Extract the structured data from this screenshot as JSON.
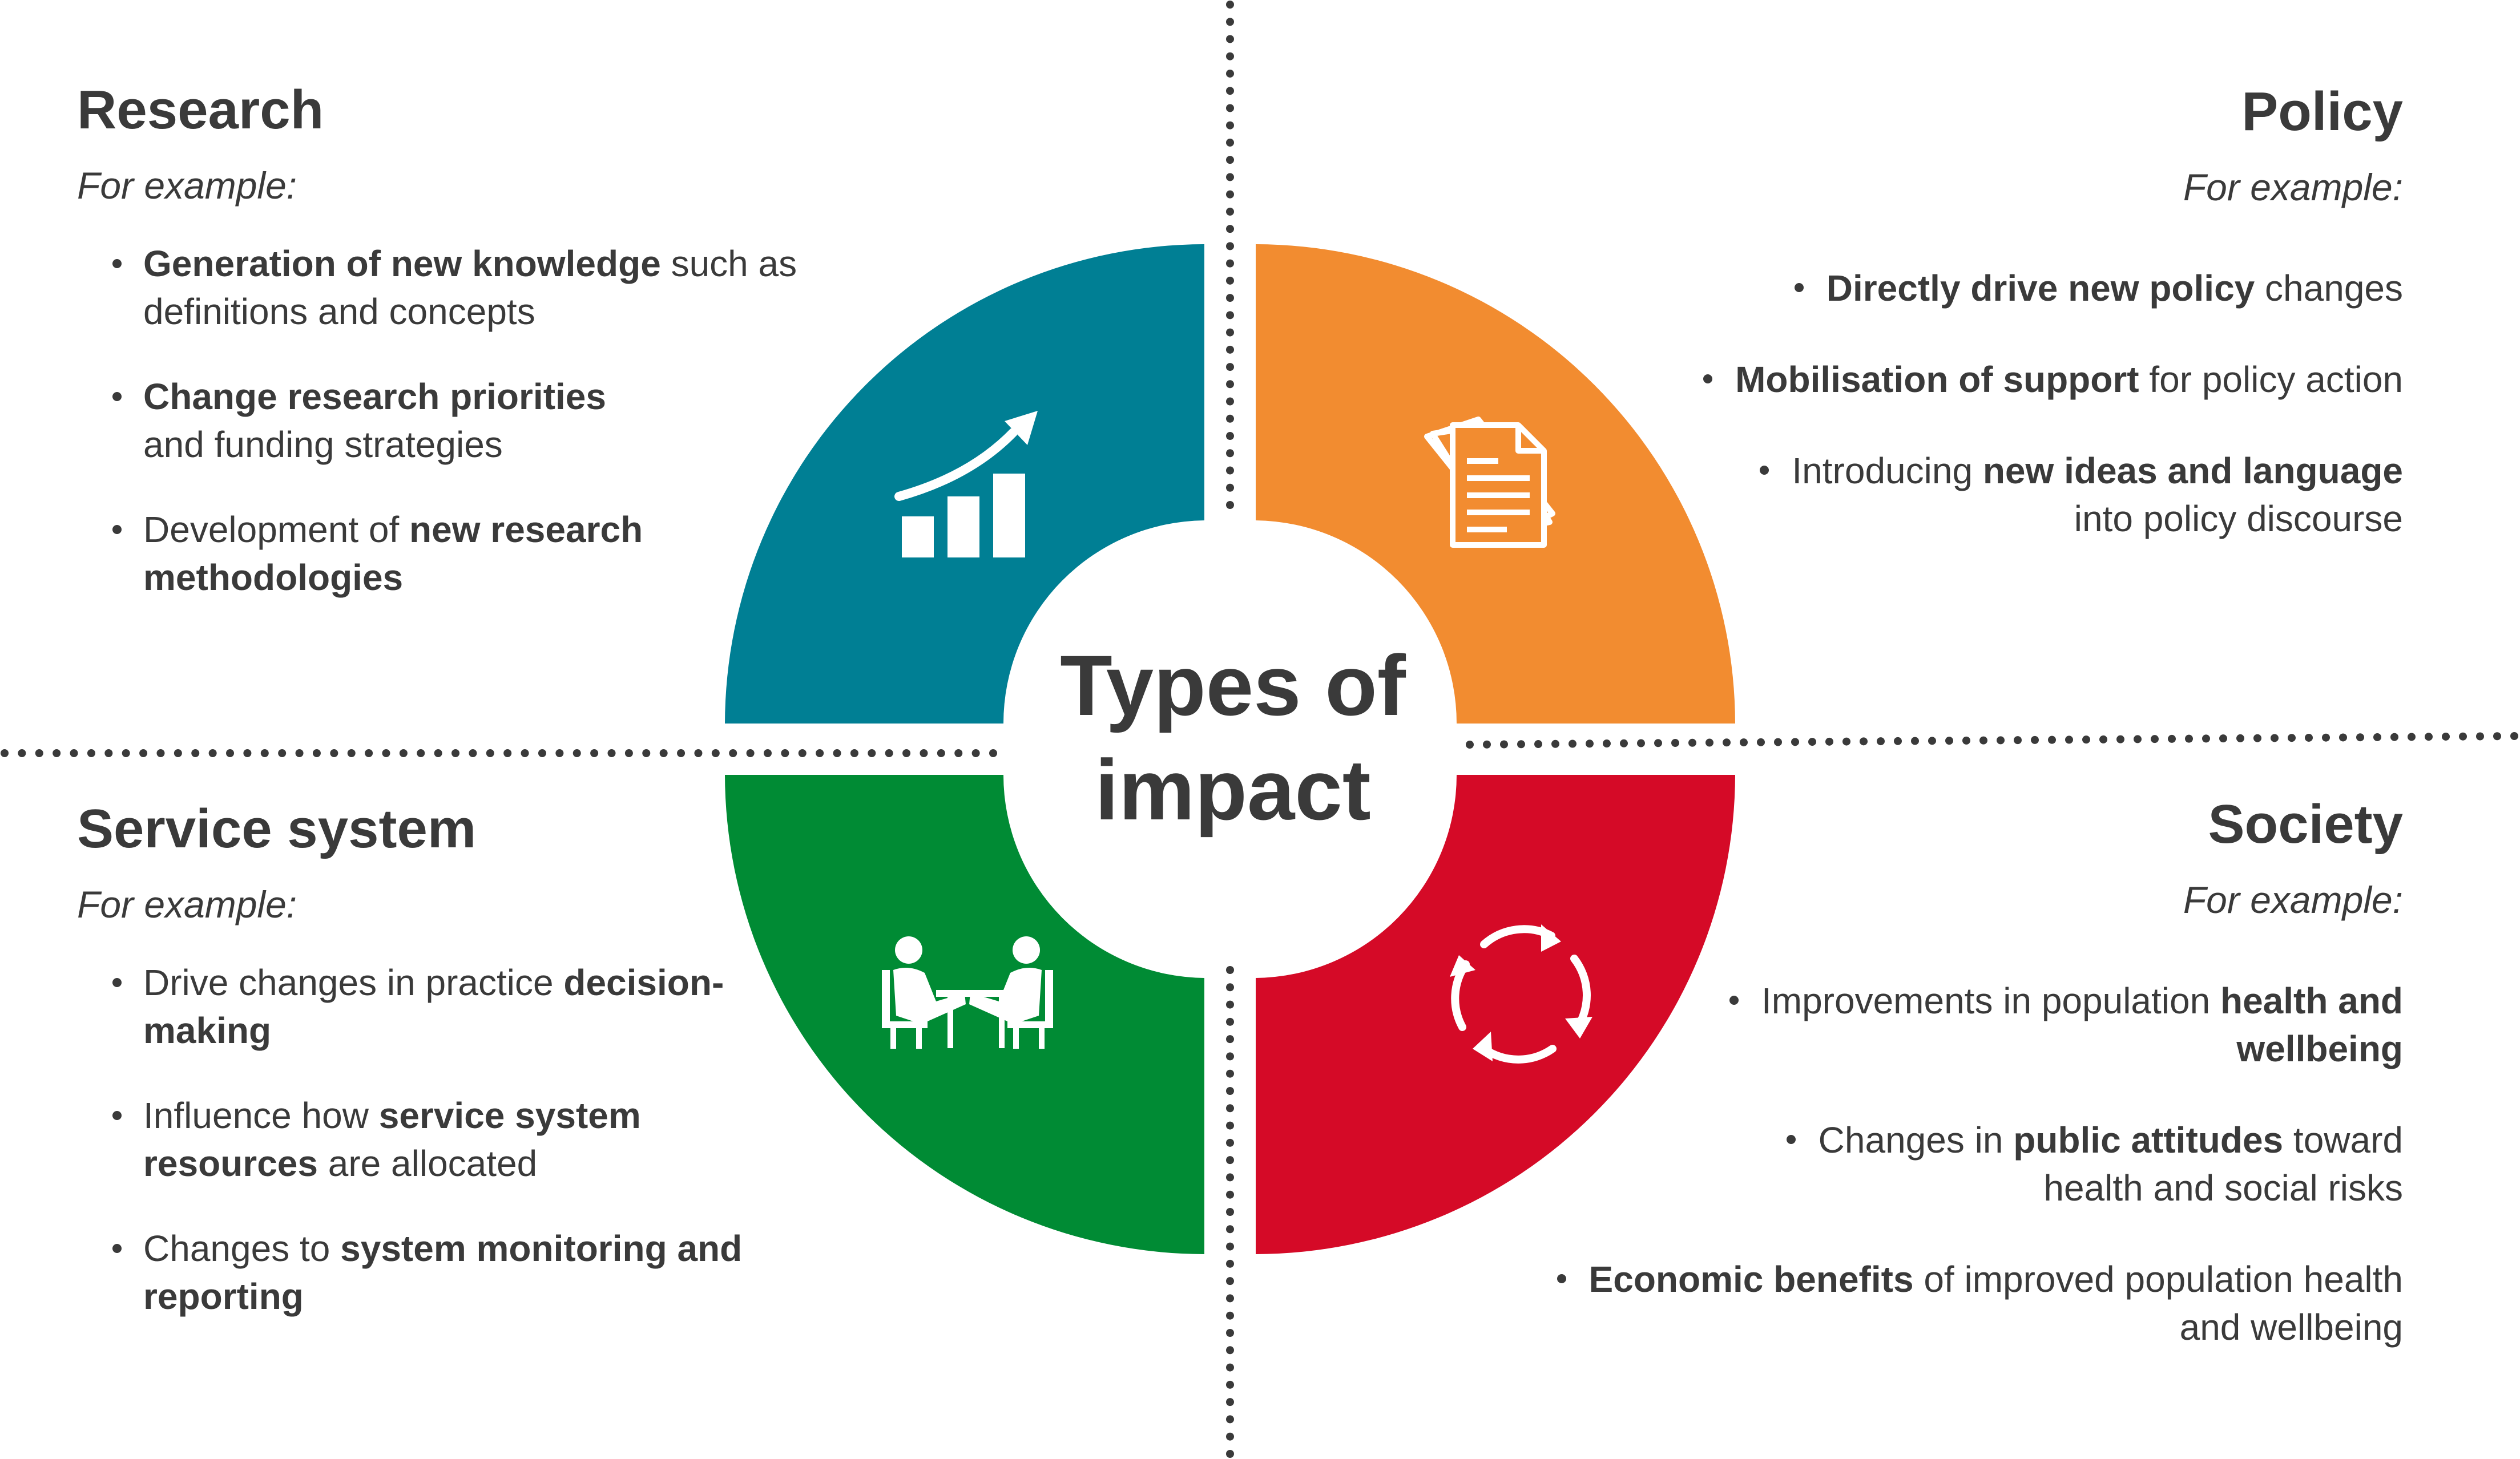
{
  "center": {
    "line1": "Types of",
    "line2": "impact"
  },
  "colors": {
    "research": "#007f94",
    "policy": "#f28c30",
    "service": "#008b34",
    "society": "#d50a27",
    "text": "#3a3a3a",
    "dots": "#3a3a3a"
  },
  "quadrants": {
    "research": {
      "title": "Research",
      "subtitle": "For example:",
      "icon": "growth-chart-icon",
      "items": [
        {
          "parts": [
            {
              "t": "Generation of new knowledge",
              "b": true
            },
            {
              "t": " such as definitions and concepts",
              "b": false
            }
          ]
        },
        {
          "parts": [
            {
              "t": "Change research priorities",
              "b": true
            },
            {
              "t": " and funding strategies",
              "b": false
            }
          ]
        },
        {
          "parts": [
            {
              "t": "Development of ",
              "b": false
            },
            {
              "t": "new research methodologies",
              "b": true
            }
          ]
        }
      ]
    },
    "policy": {
      "title": "Policy",
      "subtitle": "For example:",
      "icon": "documents-icon",
      "items": [
        {
          "parts": [
            {
              "t": "Directly drive new policy",
              "b": true
            },
            {
              "t": " changes",
              "b": false
            }
          ]
        },
        {
          "parts": [
            {
              "t": "Mobilisation of support",
              "b": true
            },
            {
              "t": " for policy action",
              "b": false
            }
          ]
        },
        {
          "parts": [
            {
              "t": "Introducing ",
              "b": false
            },
            {
              "t": "new ideas and language",
              "b": true
            },
            {
              "t": " into policy discourse",
              "b": false
            }
          ]
        }
      ]
    },
    "service": {
      "title": "Service system",
      "subtitle": "For example:",
      "icon": "meeting-icon",
      "items": [
        {
          "parts": [
            {
              "t": "Drive changes in practice ",
              "b": false
            },
            {
              "t": "decision-making",
              "b": true
            }
          ]
        },
        {
          "parts": [
            {
              "t": "Influence how ",
              "b": false
            },
            {
              "t": "service system resources",
              "b": true
            },
            {
              "t": " are allocated",
              "b": false
            }
          ]
        },
        {
          "parts": [
            {
              "t": "Changes to ",
              "b": false
            },
            {
              "t": "system monitoring and reporting",
              "b": true
            }
          ]
        }
      ]
    },
    "society": {
      "title": "Society",
      "subtitle": "For example:",
      "icon": "cycle-arrows-icon",
      "items": [
        {
          "parts": [
            {
              "t": "Improvements in population ",
              "b": false
            },
            {
              "t": "health and wellbeing",
              "b": true
            }
          ]
        },
        {
          "parts": [
            {
              "t": "Changes in ",
              "b": false
            },
            {
              "t": "public attitudes",
              "b": true
            },
            {
              "t": " toward health and social risks",
              "b": false
            }
          ]
        },
        {
          "parts": [
            {
              "t": "Economic benefits",
              "b": true
            },
            {
              "t": " of improved population health and wellbeing",
              "b": false
            }
          ]
        }
      ]
    }
  }
}
